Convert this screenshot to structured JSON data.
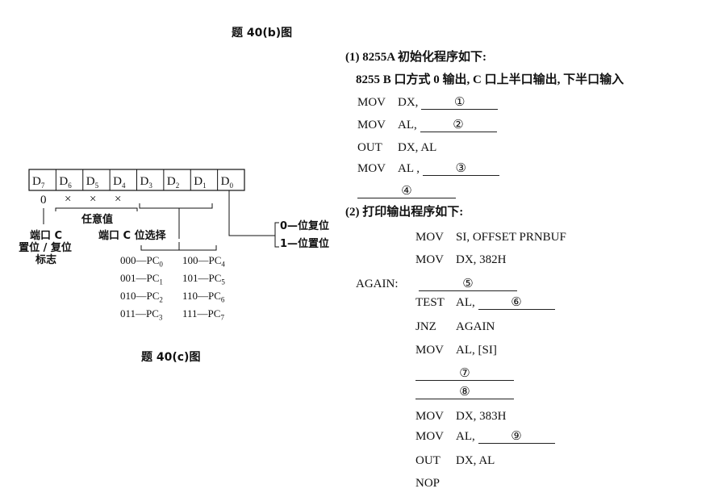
{
  "captions": {
    "fig_b": "题 40(b)图",
    "fig_c": "题 40(c)图"
  },
  "register": {
    "bits": [
      {
        "main": "D",
        "sub": "7"
      },
      {
        "main": "D",
        "sub": "6"
      },
      {
        "main": "D",
        "sub": "5"
      },
      {
        "main": "D",
        "sub": "4"
      },
      {
        "main": "D",
        "sub": "3"
      },
      {
        "main": "D",
        "sub": "2"
      },
      {
        "main": "D",
        "sub": "1"
      },
      {
        "main": "D",
        "sub": "0"
      }
    ],
    "d7_value": "0",
    "dont_care": [
      "×",
      "×",
      "×"
    ],
    "any_value_label": "任意值",
    "flag_label_lines": [
      "端口 C",
      "置位 / 复位",
      "标志"
    ],
    "select_label": "端口 C 位选择",
    "reset_option": "0—位复位",
    "set_option": "1—位置位",
    "codes": [
      {
        "code": "000—PC",
        "sub": "0"
      },
      {
        "code": "001—PC",
        "sub": "1"
      },
      {
        "code": "010—PC",
        "sub": "2"
      },
      {
        "code": "011—PC",
        "sub": "3"
      },
      {
        "code": "100—PC",
        "sub": "4"
      },
      {
        "code": "101—PC",
        "sub": "5"
      },
      {
        "code": "110—PC",
        "sub": "6"
      },
      {
        "code": "111—PC",
        "sub": "7"
      }
    ]
  },
  "program": {
    "part1_heading": "(1) 8255A 初始化程序如下:",
    "part1_desc": "8255 B 口方式 0 输出, C 口上半口输出, 下半口输入",
    "init": [
      {
        "op": "MOV",
        "arg": "DX,",
        "blank": "①"
      },
      {
        "op": "MOV",
        "arg": "AL,",
        "blank": "②"
      },
      {
        "op": "OUT",
        "arg": "DX, AL",
        "blank": ""
      },
      {
        "op": "MOV",
        "arg": "AL ,",
        "blank": "③"
      },
      {
        "op": "",
        "arg": "",
        "blank": "④"
      }
    ],
    "part2_heading": "(2) 打印输出程序如下:",
    "label_again": "AGAIN:",
    "print": [
      {
        "op": "MOV",
        "arg": "SI, OFFSET PRNBUF",
        "blank": ""
      },
      {
        "op": "MOV",
        "arg": "DX, 382H",
        "blank": ""
      },
      {
        "op": "",
        "arg": "",
        "blank": "⑤"
      },
      {
        "op": "TEST",
        "arg": "AL,",
        "blank": "⑥"
      },
      {
        "op": "JNZ",
        "arg": "AGAIN",
        "blank": ""
      },
      {
        "op": "MOV",
        "arg": "AL, [SI]",
        "blank": ""
      },
      {
        "op": "",
        "arg": "",
        "blank": "⑦"
      },
      {
        "op": "",
        "arg": "",
        "blank": "⑧"
      },
      {
        "op": "MOV",
        "arg": "DX, 383H",
        "blank": ""
      },
      {
        "op": "MOV",
        "arg": "AL,",
        "blank": "⑨"
      },
      {
        "op": "OUT",
        "arg": "DX, AL",
        "blank": ""
      },
      {
        "op": "NOP",
        "arg": "",
        "blank": ""
      }
    ]
  }
}
